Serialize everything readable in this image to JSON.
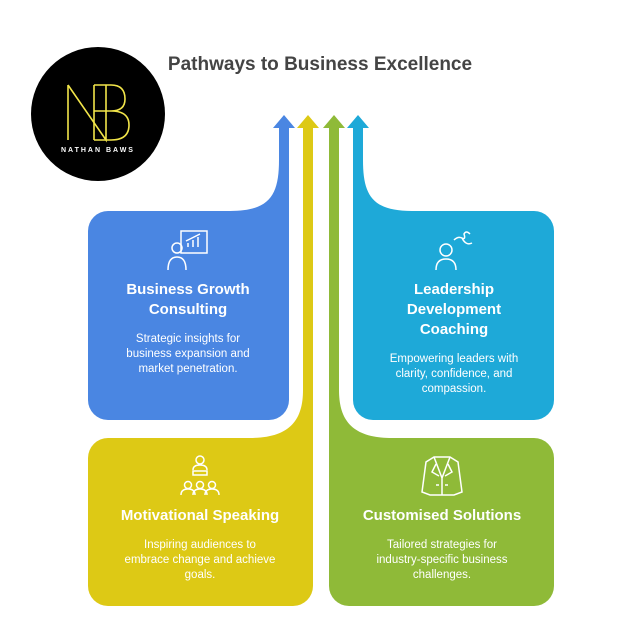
{
  "title": "Pathways to Business Excellence",
  "logo": {
    "monogram": "NB",
    "name": "NATHAN BAWS"
  },
  "colors": {
    "blue": "#4A86E2",
    "yellow": "#DDC915",
    "green": "#8FBA38",
    "teal": "#1EA9D8",
    "logo_gold": "#F2E54A"
  },
  "cards": [
    {
      "title_lines": [
        "Business Growth",
        "Consulting"
      ],
      "desc_lines": [
        "Strategic insights for",
        "business expansion and",
        "market penetration."
      ],
      "icon": "presenter-chart-icon"
    },
    {
      "title_lines": [
        "Leadership",
        "Development",
        "Coaching"
      ],
      "desc_lines": [
        "Empowering leaders with",
        "clarity, confidence, and",
        "compassion."
      ],
      "icon": "person-path-icon"
    },
    {
      "title_lines": [
        "Motivational Speaking"
      ],
      "desc_lines": [
        "Inspiring audiences to",
        "embrace change and achieve",
        "goals."
      ],
      "icon": "speaker-audience-icon"
    },
    {
      "title_lines": [
        "Customised Solutions"
      ],
      "desc_lines": [
        "Tailored strategies for",
        "industry-specific business",
        "challenges."
      ],
      "icon": "suit-jacket-icon"
    }
  ]
}
